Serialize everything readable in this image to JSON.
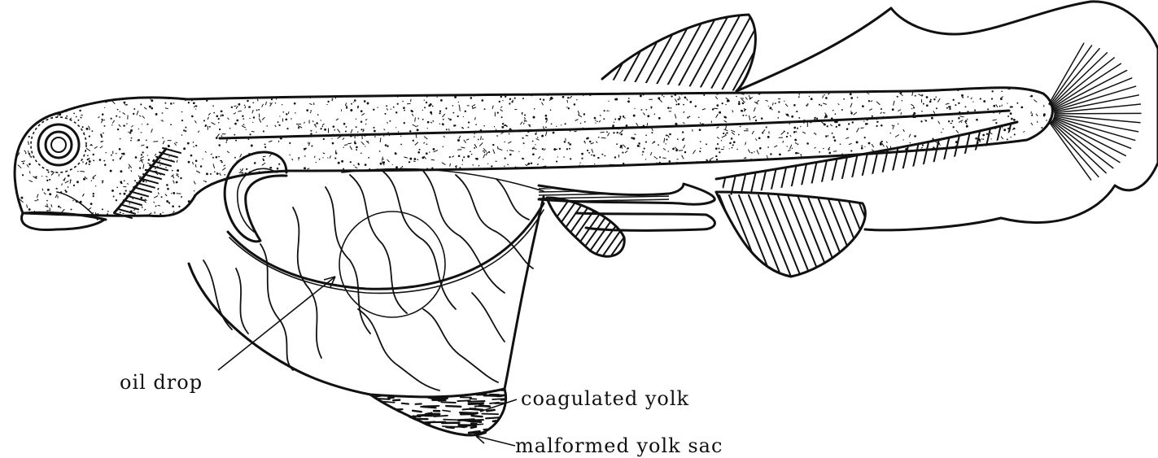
{
  "figure": {
    "subject": "fish larva with malformed yolk sac",
    "labels": {
      "oil_drop": "oil drop",
      "coagulated_yolk": "coagulated yolk",
      "malformed_yolk_sac": "malformed yolk sac"
    }
  }
}
